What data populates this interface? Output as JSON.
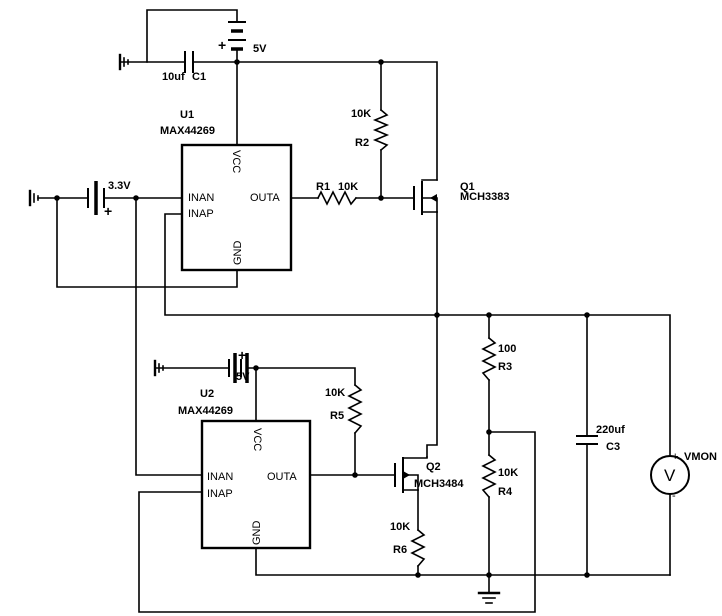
{
  "batteries": {
    "b5v_top": {
      "voltage": "5V"
    },
    "b3v3": {
      "voltage": "3.3V"
    },
    "b5v_bottom": {
      "voltage": "5V"
    },
    "plus_sign": "+"
  },
  "capacitors": {
    "c1": {
      "value": "10uf",
      "ref": "C1"
    },
    "c3": {
      "value": "220uf",
      "ref": "C3"
    }
  },
  "resistors": {
    "r1": {
      "ref": "R1",
      "value": "10K"
    },
    "r2": {
      "ref": "R2",
      "value": "10K"
    },
    "r3": {
      "ref": "R3",
      "value": "100"
    },
    "r4": {
      "ref": "R4",
      "value": "10K"
    },
    "r5": {
      "ref": "R5",
      "value": "10K"
    },
    "r6": {
      "ref": "R6",
      "value": "10K"
    }
  },
  "ics": {
    "u1": {
      "ref": "U1",
      "part": "MAX44269",
      "pins": {
        "vcc": "VCC",
        "inan": "INAN",
        "inap": "INAP",
        "outa": "OUTA",
        "gnd": "GND"
      }
    },
    "u2": {
      "ref": "U2",
      "part": "MAX44269",
      "pins": {
        "vcc": "VCC",
        "inan": "INAN",
        "inap": "INAP",
        "outa": "OUTA",
        "gnd": "GND"
      }
    }
  },
  "transistors": {
    "q1": {
      "ref": "Q1",
      "part": "MCH3383"
    },
    "q2": {
      "ref": "Q2",
      "part": "MCH3484"
    }
  },
  "meter": {
    "name": "VMON",
    "symbol": "V",
    "plus": "+",
    "minus": "-"
  }
}
